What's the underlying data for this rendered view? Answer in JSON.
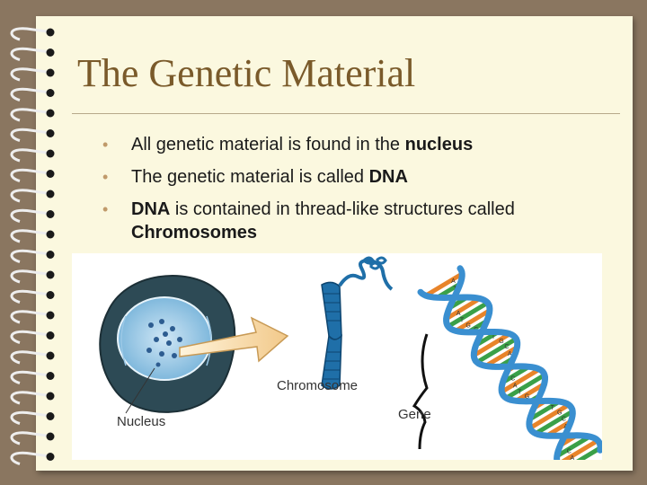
{
  "slide": {
    "title": "The Genetic Material",
    "bullets": [
      {
        "before": "All genetic material is found in the ",
        "bold": "nucleus",
        "after": ""
      },
      {
        "before": "The genetic material is called ",
        "bold": "DNA",
        "after": ""
      },
      {
        "before": "",
        "bold": "DNA",
        "after": " is contained in thread-like structures called ",
        "bold2": "Chromosomes"
      }
    ]
  },
  "figure": {
    "labels": {
      "nucleus": "Nucleus",
      "chromosome": "Chromosome",
      "gene": "Gene"
    },
    "dna_bases": [
      "A",
      "T",
      "G",
      "C"
    ]
  },
  "colors": {
    "background": "#8a7660",
    "page": "#fbf8df",
    "title": "#7a5a2a",
    "bullet": "#c09a6a",
    "strand_blue": "#3a8fd0",
    "rung_orange": "#e8842a",
    "rung_green": "#3aa048"
  },
  "icons": {
    "binding": "spiral-binding-icon"
  }
}
